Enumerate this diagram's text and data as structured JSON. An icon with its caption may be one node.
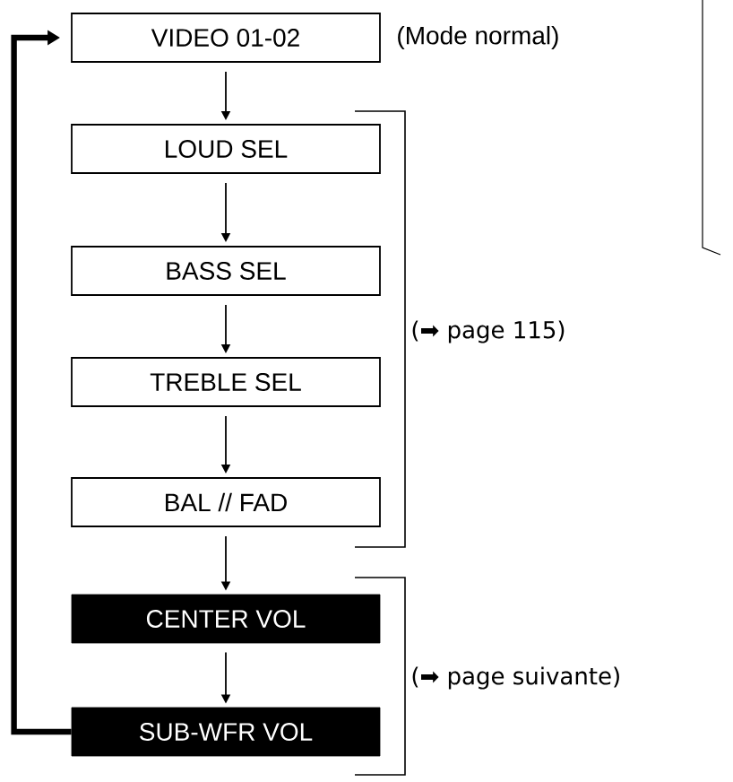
{
  "diagram": {
    "nodes": [
      {
        "text": [
          "VIDEO 01-02"
        ],
        "beside": [
          "(Mode normal)"
        ]
      },
      {
        "text": [
          "LOUD SEL"
        ]
      },
      {
        "text": [
          "BASS SEL"
        ]
      },
      {
        "text": [
          "TREBLE SEL"
        ]
      },
      {
        "text": [
          "BAL // FAD"
        ]
      },
      {
        "text": [
          "CENTER VOL"
        ]
      },
      {
        "text": [
          "SUB-WFR VOL"
        ]
      }
    ],
    "edges": [
      {
        "from": 0,
        "to": 1,
        "arrow": "to"
      },
      {
        "from": 1,
        "to": 2,
        "arrow": "to"
      },
      {
        "from": 2,
        "to": 3,
        "arrow": "to"
      },
      {
        "from": 3,
        "to": 4,
        "arrow": "to"
      },
      {
        "from": 4,
        "to": 5,
        "arrow": "to"
      },
      {
        "from": 5,
        "to": 6,
        "arrow": "to"
      },
      {
        "from": 6,
        "to": 0,
        "arrow": "to",
        "style": "thick"
      }
    ],
    "labels": [
      "(➡ page 115)",
      "(➡ page suivante)"
    ]
  }
}
